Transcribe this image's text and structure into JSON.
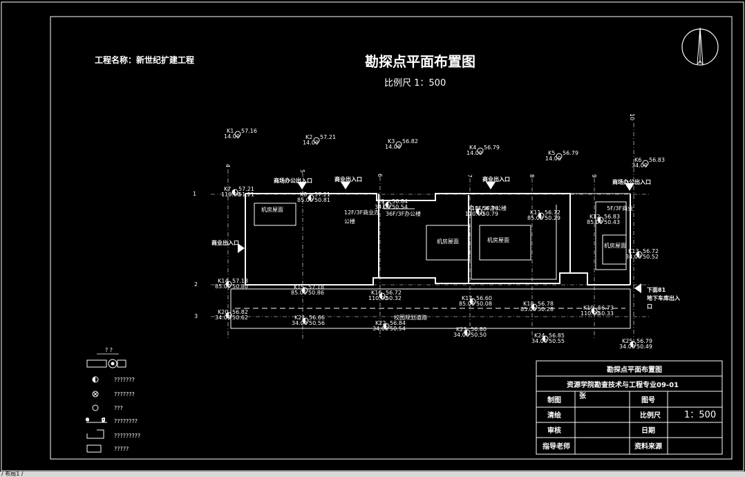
{
  "project": "工程名称：新世纪扩建工程",
  "title": "勘探点平面布置图",
  "scale": "比例尺 1：500",
  "grid_top": [
    "4",
    "5",
    "6",
    "7",
    "8",
    "9",
    "10"
  ],
  "grid_side": [
    "1",
    "2",
    "3"
  ],
  "points": [
    {
      "id": "K1",
      "depth": "14.00",
      "elev": "57.16"
    },
    {
      "id": "K2",
      "depth": "14.00",
      "elev": "57.21"
    },
    {
      "id": "K3",
      "depth": "14.00",
      "elev": "56.82"
    },
    {
      "id": "K4",
      "depth": "14.00",
      "elev": "56.79"
    },
    {
      "id": "K5",
      "depth": "14.00",
      "elev": "56.79"
    },
    {
      "id": "K6",
      "depth": "34.00",
      "elev": "56.83"
    },
    {
      "id": "K7",
      "depth": "110.00",
      "elev": "57.21",
      "elev2": "51.21"
    },
    {
      "id": "K8",
      "depth": "85.00",
      "elev": "57.21",
      "elev2": "50.81"
    },
    {
      "id": "K9",
      "depth": "34.00",
      "elev": "56.84",
      "elev2": "50.54"
    },
    {
      "id": "K10",
      "depth": "110.00",
      "elev": "56.79",
      "elev2": "50.79"
    },
    {
      "id": "K11",
      "depth": "85.00",
      "elev": "56.72",
      "elev2": "50.29"
    },
    {
      "id": "K12",
      "depth": "85.00",
      "elev": "56.83",
      "elev2": "50.43"
    },
    {
      "id": "K13",
      "depth": "34.00",
      "elev": "56.72",
      "elev2": "50.52"
    },
    {
      "id": "K14",
      "depth": "85.00",
      "elev": "57.18",
      "elev2": "50.80"
    },
    {
      "id": "K15",
      "depth": "85.00",
      "elev": "57.18",
      "elev2": "50.86"
    },
    {
      "id": "K16",
      "depth": "110.00",
      "elev": "56.72",
      "elev2": "50.32"
    },
    {
      "id": "K17",
      "depth": "85.00",
      "elev": "56.60",
      "elev2": "50.08"
    },
    {
      "id": "K18",
      "depth": "85.00",
      "elev": "56.78",
      "elev2": "50.28"
    },
    {
      "id": "K19",
      "depth": "110.00",
      "elev": "56.73",
      "elev2": "50.33"
    },
    {
      "id": "K20",
      "depth": "34.00",
      "elev": "56.82",
      "elev2": "50.62"
    },
    {
      "id": "K21",
      "depth": "34.00",
      "elev": "56.66",
      "elev2": "50.56"
    },
    {
      "id": "K22",
      "depth": "34.00",
      "elev": "56.84",
      "elev2": "50.54"
    },
    {
      "id": "K23",
      "depth": "34.00",
      "elev": "56.80",
      "elev2": "50.50"
    },
    {
      "id": "K24",
      "depth": "34.00",
      "elev": "56.85",
      "elev2": "50.55"
    },
    {
      "id": "K25",
      "depth": "34.00",
      "elev": "56.79",
      "elev2": "50.49"
    }
  ],
  "labels": {
    "entrance_main_west": "商业出入口",
    "entrance_office_1": "商场办公出入口",
    "entrance_biz_1": "商业出入口",
    "entrance_biz_2": "商业出入口",
    "entrance_office_2": "商场办公出入口",
    "bldg_a": "12F/3F商业办",
    "bldg_a2": "公楼",
    "bldg_b": "36F/3F办公楼",
    "bldg_c": "11F/3F办公楼",
    "bldg_d": "5F/3F商业",
    "room_1": "机房屋面",
    "room_2": "机房屋面",
    "room_3": "机房屋面",
    "room_4": "机房屋面",
    "basement": "下面81",
    "basement2": "地下车库出入",
    "basement3": "口",
    "campus_road": "校园规划道路"
  },
  "legend_title": "? ?",
  "legend": [
    "???????",
    "???????",
    "???",
    "????????",
    "?????????",
    "?????"
  ],
  "titleblock": {
    "title": "勘探点平面布置图",
    "dept": "资源学院勘查技术与工程专业09-01",
    "drawn_label": "制图",
    "drawn_value": "张",
    "drawing_no_label": "图号",
    "drawing_no_value": "",
    "checked_label": "清绘",
    "scale_label": "比例尺",
    "scale_value": "1：500",
    "review_label": "审核",
    "date_label": "日期",
    "date_value": "",
    "advisor_label": "指导老师",
    "source_label": "资料来源",
    "source_value": ""
  },
  "status_bar": "/ 布局1 /"
}
